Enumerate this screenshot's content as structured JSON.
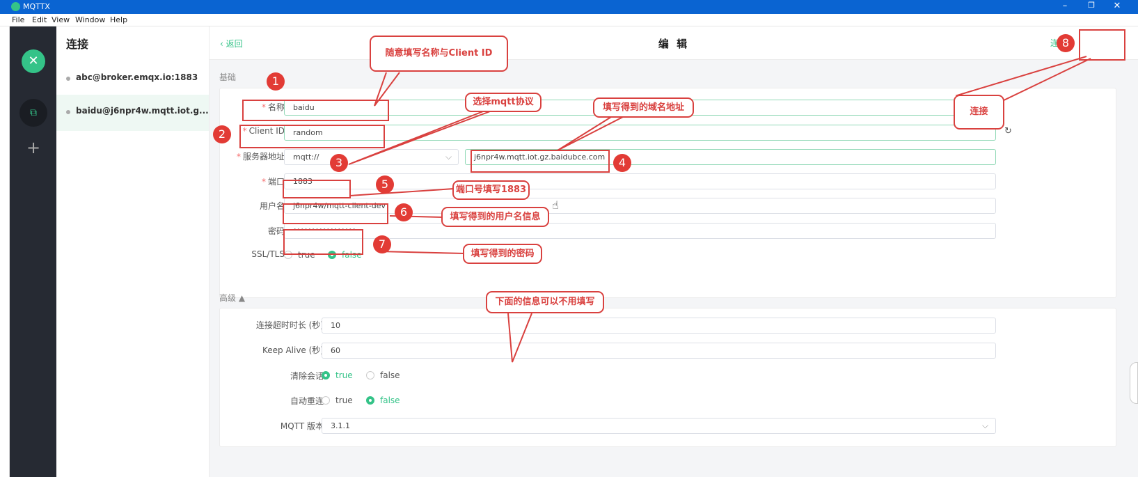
{
  "window": {
    "title": "MQTTX",
    "minimize": "–",
    "restore": "❐",
    "close": "✕"
  },
  "menu": [
    "File",
    "Edit",
    "View",
    "Window",
    "Help"
  ],
  "sidebar": {
    "logo_glyph": "✕",
    "connections_icon_glyph": "⧉",
    "add_glyph": "+"
  },
  "connections": {
    "title": "连接",
    "items": [
      {
        "name": "abc@broker.emqx.io:1883"
      },
      {
        "name": "baidu@j6npr4w.mqtt.iot.g..."
      }
    ]
  },
  "header": {
    "back": "‹ 返回",
    "title": "编 辑",
    "connect": "连 接"
  },
  "basic": {
    "section": "基础",
    "name_label": "名称",
    "name_value": "baidu",
    "clientid_label": "Client ID",
    "clientid_value": "random",
    "host_label": "服务器地址",
    "protocol_value": "mqtt://",
    "host_value": "j6npr4w.mqtt.iot.gz.baidubce.com",
    "port_label": "端口",
    "port_value": "1883",
    "username_label": "用户名",
    "username_value": "j6npr4w/mqtt-client-dev",
    "password_label": "密码",
    "password_value": "•••••••••••••••••",
    "ssl_label": "SSL/TLS",
    "ssl_true": "true",
    "ssl_false": "false",
    "ssl_selected": "false"
  },
  "advanced": {
    "section": "高级 ▲",
    "timeout_label": "连接超时时长 (秒)",
    "timeout_value": "10",
    "keepalive_label": "Keep Alive (秒)",
    "keepalive_value": "60",
    "clean_label": "清除会话",
    "clean_true": "true",
    "clean_false": "false",
    "clean_selected": "true",
    "reconnect_label": "自动重连",
    "reconnect_true": "true",
    "reconnect_false": "false",
    "reconnect_selected": "false",
    "mqtt_version_label": "MQTT 版本",
    "mqtt_version_value": "3.1.1"
  },
  "annotations": {
    "numbers": [
      "1",
      "2",
      "3",
      "4",
      "5",
      "6",
      "7",
      "8"
    ],
    "callout_name": "随意填写名称与Client  ID",
    "callout_protocol": "选择mqtt协议",
    "callout_domain": "填写得到的域名地址",
    "callout_connect": "连接",
    "callout_port": "端口号填写1883",
    "callout_username": "填写得到的用户名信息",
    "callout_password": "填写得到的密码",
    "callout_optional": "下面的信息可以不用填写",
    "color": "#d9413f"
  },
  "colors": {
    "accent": "#34c388",
    "titlebar": "#0a64d2",
    "nav": "#262a33"
  }
}
